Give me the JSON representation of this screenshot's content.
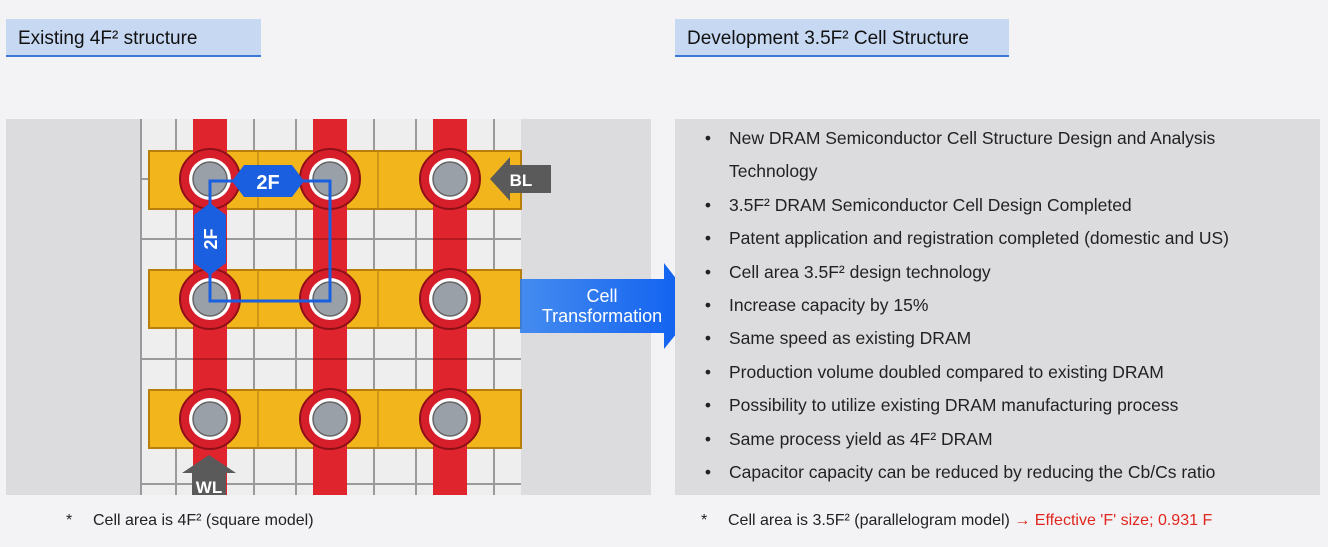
{
  "left_panel": {
    "title": "Existing 4F² structure",
    "labels": {
      "top_dim": "2F",
      "side_dim": "2F",
      "bitline": "BL",
      "wordline": "WL"
    },
    "note_star": "*",
    "note": "Cell area is 4F² (square model)"
  },
  "arrow": {
    "line1": "Cell",
    "line2": "Transformation"
  },
  "right_panel": {
    "title": "Development 3.5F² Cell Structure",
    "bullet_symbol": "•",
    "bullets": [
      "New DRAM Semiconductor Cell Structure Design and Analysis Technology",
      "3.5F² DRAM Semiconductor Cell Design Completed",
      "Patent application and registration completed (domestic and US)",
      "Cell area 3.5F² design technology",
      "Increase capacity by 15%",
      "Same speed as existing DRAM",
      "Production volume doubled compared to existing DRAM",
      "Possibility to utilize existing DRAM manufacturing process",
      "Same process yield as 4F² DRAM",
      "Capacitor capacity can be reduced by reducing the Cb/Cs ratio"
    ],
    "note_star": "*",
    "note_main": "Cell area is 3.5F² (parallelogram model) ",
    "note_highlight": "→ Effective 'F' size; 0.931 F"
  },
  "colors": {
    "accent": "#3d78d8",
    "tab_bg": "#c7d8f2",
    "wordline": "#e0242e",
    "bitline": "#f3b51c",
    "highlight": "#e0261e"
  }
}
